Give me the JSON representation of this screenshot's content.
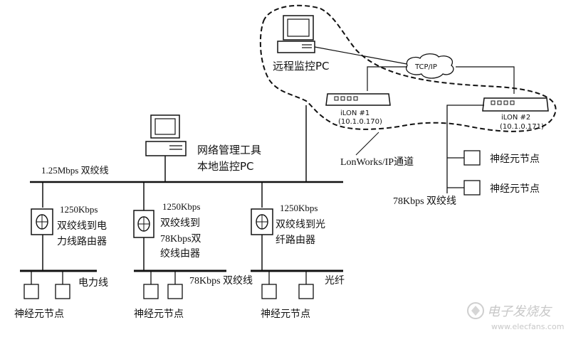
{
  "remote_pc_label": "远程监控PC",
  "cloud_label": "TCP/IP",
  "ilon1": {
    "name": "iLON #1",
    "ip": "(10.1.0.170)"
  },
  "ilon2": {
    "name": "iLON #2",
    "ip": "(10.1.0.171)"
  },
  "local_pc": {
    "line1": "网络管理工具",
    "line2": "本地监控PC"
  },
  "main_bus_label": "1.25Mbps 双绞线",
  "lonworks_label": "LonWorks/IP通道",
  "right_bus_label": "78Kbps 双绞线",
  "routers": [
    {
      "speed": "1250Kbps",
      "line1": "双绞线到电",
      "line2": "力线路由器"
    },
    {
      "speed": "1250Kbps",
      "line1": "双绞线到",
      "line2": "78Kbps双",
      "line3": "绞线由器"
    },
    {
      "speed": "1250Kbps",
      "line1": "双绞线到光",
      "line2": "纤路由器"
    }
  ],
  "bus_labels": {
    "power": "电力线",
    "twisted": "78Kbps 双绞线",
    "fiber": "光纤"
  },
  "node_label": "神经元节点",
  "watermark": {
    "text": "电子发烧友",
    "url": "www.elecfans.com"
  }
}
